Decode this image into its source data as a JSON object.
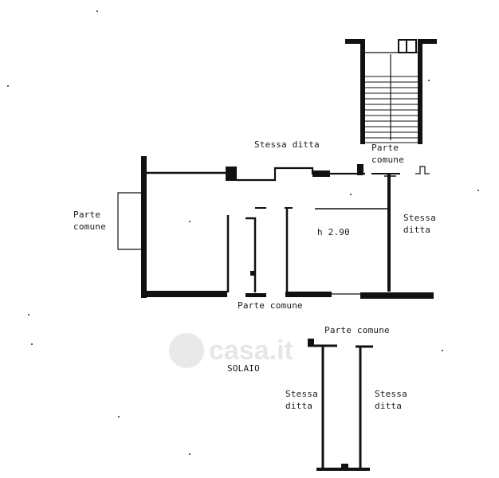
{
  "labels": {
    "stessa_ditta_top": "Stessa ditta",
    "parte_comune_stair": [
      "Parte",
      "comune"
    ],
    "parte_comune_left": [
      "Parte",
      "comune"
    ],
    "stessa_ditta_right": [
      "Stessa",
      "ditta"
    ],
    "height_note": "h 2.90",
    "parte_comune_bottom": "Parte comune",
    "parte_comune_solaio": "Parte comune",
    "solaio_title": "SOLAIO",
    "stessa_ditta_solaio_left": [
      "Stessa",
      "ditta"
    ],
    "stessa_ditta_solaio_right": [
      "Stessa",
      "ditta"
    ]
  },
  "watermark": {
    "brand": "casa.it",
    "color": "#444444"
  },
  "colors": {
    "wall": "#111111",
    "background": "#ffffff"
  }
}
